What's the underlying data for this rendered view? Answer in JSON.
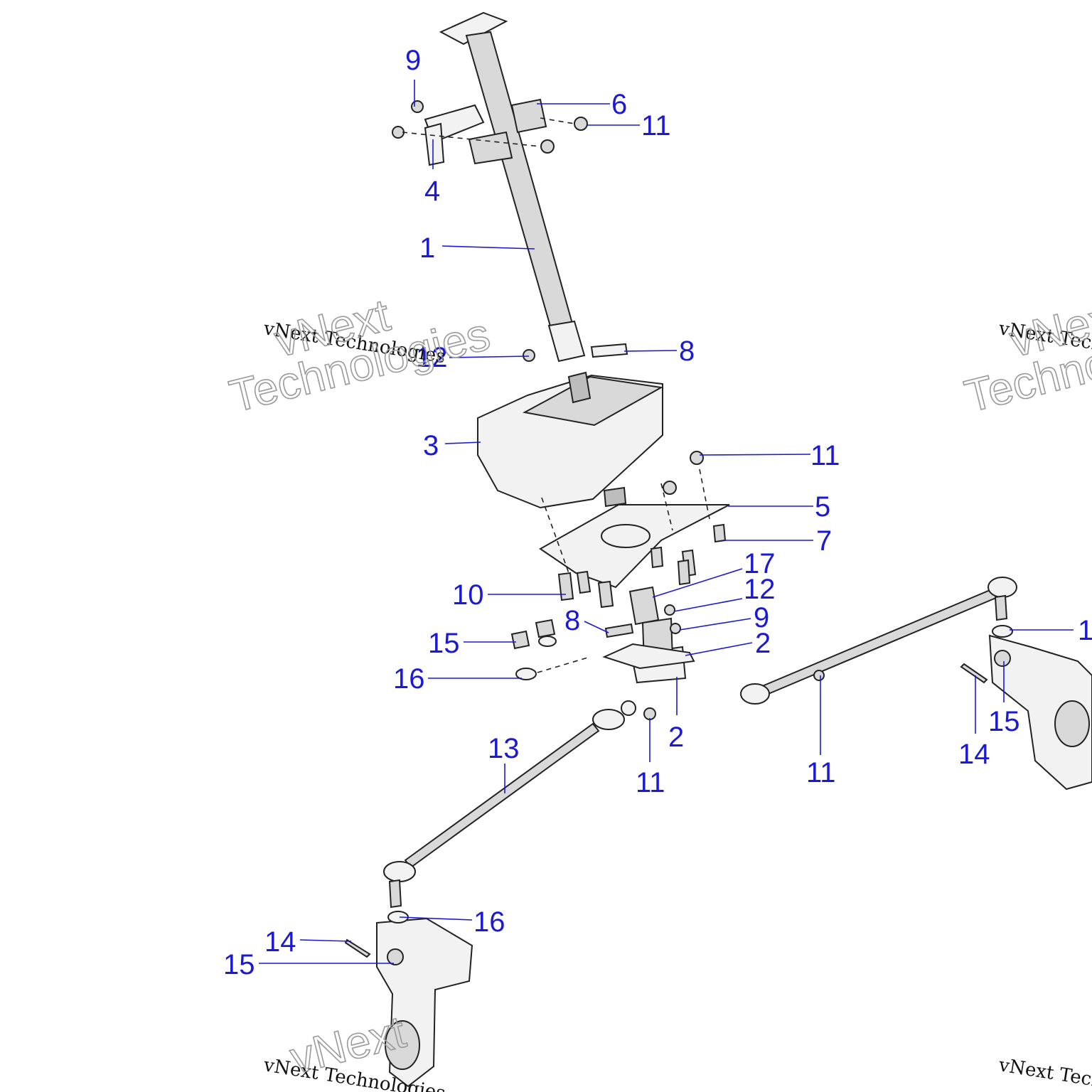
{
  "watermark": {
    "line_small": "vNext Technologies",
    "line_big_1": "vNext",
    "line_big_2": "Technologies"
  },
  "callouts": [
    {
      "id": "c9a",
      "text": "9"
    },
    {
      "id": "c6",
      "text": "6"
    },
    {
      "id": "c11a",
      "text": "11"
    },
    {
      "id": "c4",
      "text": "4"
    },
    {
      "id": "c1",
      "text": "1"
    },
    {
      "id": "c12a",
      "text": "12"
    },
    {
      "id": "c8a",
      "text": "8"
    },
    {
      "id": "c3",
      "text": "3"
    },
    {
      "id": "c11b",
      "text": "11"
    },
    {
      "id": "c5",
      "text": "5"
    },
    {
      "id": "c7",
      "text": "7"
    },
    {
      "id": "c17",
      "text": "17"
    },
    {
      "id": "c10",
      "text": "10"
    },
    {
      "id": "c12b",
      "text": "12"
    },
    {
      "id": "c8b",
      "text": "8"
    },
    {
      "id": "c9b",
      "text": "9"
    },
    {
      "id": "c15a",
      "text": "15"
    },
    {
      "id": "c2a",
      "text": "2"
    },
    {
      "id": "c16a",
      "text": "16"
    },
    {
      "id": "c2b",
      "text": "2"
    },
    {
      "id": "c11c",
      "text": "11"
    },
    {
      "id": "c13",
      "text": "13"
    },
    {
      "id": "c11d",
      "text": "11"
    },
    {
      "id": "c1r",
      "text": "1"
    },
    {
      "id": "c15b",
      "text": "15"
    },
    {
      "id": "c14a",
      "text": "14"
    },
    {
      "id": "c16b",
      "text": "16"
    },
    {
      "id": "c14b",
      "text": "14"
    },
    {
      "id": "c15c",
      "text": "15"
    }
  ],
  "colors": {
    "callout": "#1a1ad6",
    "line_art": "#222222",
    "watermark": "#9a9a9a"
  }
}
